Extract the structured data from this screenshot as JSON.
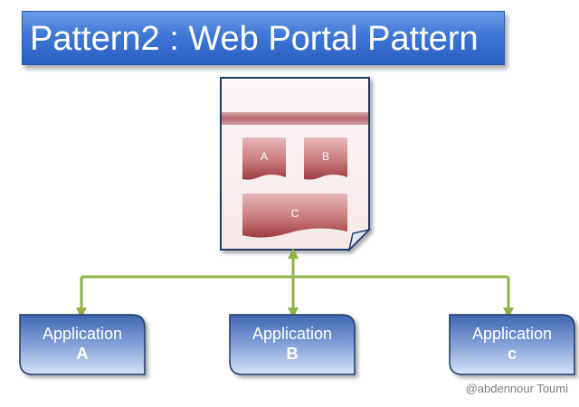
{
  "title": "Pattern2 : Web Portal Pattern",
  "portal": {
    "portlets": [
      "A",
      "B",
      "C"
    ]
  },
  "applications": [
    {
      "line1": "Application",
      "line2": "A"
    },
    {
      "line1": "Application",
      "line2": "B"
    },
    {
      "line1": "Application",
      "line2": "c"
    }
  ],
  "credit": "@abdennour Toumi",
  "colors": {
    "title_bg": "#3e77d6",
    "connector": "#8db444",
    "portal_border": "#1f3b66",
    "portlet": "#b55a5e",
    "app_box": "#8ea8d8"
  }
}
